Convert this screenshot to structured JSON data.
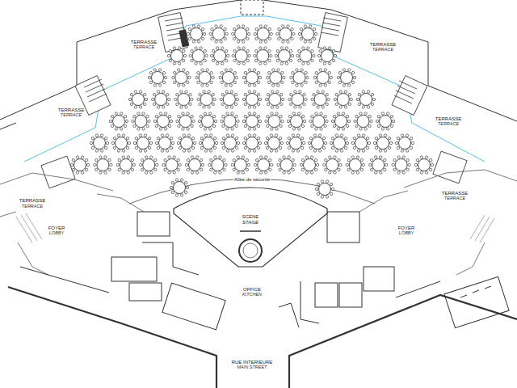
{
  "diagram": {
    "nodes": [
      {
        "text": [
          "SCENE",
          "STAGE"
        ]
      }
    ],
    "labels": [
      "TERRASSE",
      "TERRACE",
      "TERRASSE",
      "TERRACE",
      "TERRASSE",
      "TERRACE",
      "TERRASSE",
      "TERRACE",
      "TERRASSE",
      "TERRACE",
      "TERRASSE",
      "TERRACE",
      "Allée de sécurité",
      "FOYER",
      "LOBBY",
      "FOYER",
      "LOBBY",
      "OFFICE",
      "KITCHEN",
      "RUE INTERIEURE",
      "MAIN STREET"
    ]
  }
}
